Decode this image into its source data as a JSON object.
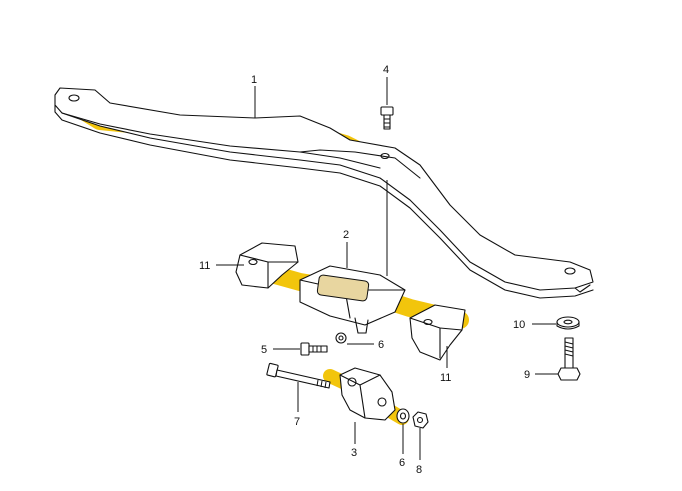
{
  "diagram": {
    "highlight_color": "#f2c200",
    "callouts": [
      {
        "id": "c1",
        "number": "1"
      },
      {
        "id": "c2",
        "number": "2"
      },
      {
        "id": "c3",
        "number": "3"
      },
      {
        "id": "c4",
        "number": "4"
      },
      {
        "id": "c5",
        "number": "5"
      },
      {
        "id": "c6a",
        "number": "6"
      },
      {
        "id": "c6b",
        "number": "6"
      },
      {
        "id": "c7",
        "number": "7"
      },
      {
        "id": "c8",
        "number": "8"
      },
      {
        "id": "c9",
        "number": "9"
      },
      {
        "id": "c10",
        "number": "10"
      },
      {
        "id": "c11a",
        "number": "11"
      },
      {
        "id": "c11b",
        "number": "11"
      }
    ]
  }
}
